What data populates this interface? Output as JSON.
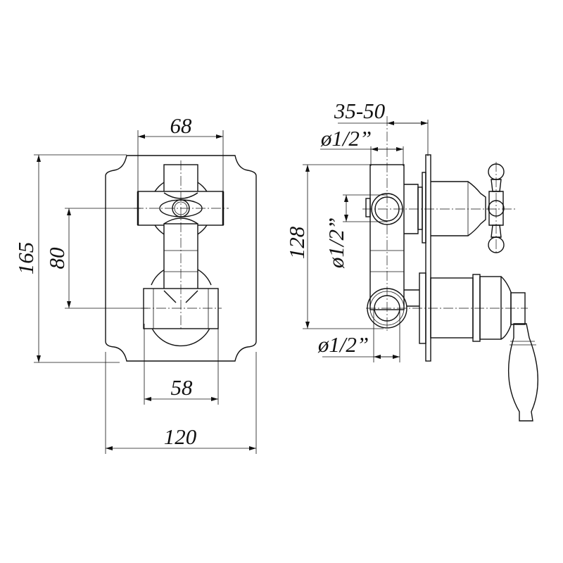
{
  "front_view": {
    "width_handle": "68",
    "height_plate": "165",
    "handle_spacing": "80",
    "width_body": "58",
    "width_plate": "120"
  },
  "side_view": {
    "depth_range": "35-50",
    "top_outlet": "ø1/2”",
    "height_body": "128",
    "side_inlet": "ø1/2”",
    "bottom_outlet": "ø1/2”"
  }
}
